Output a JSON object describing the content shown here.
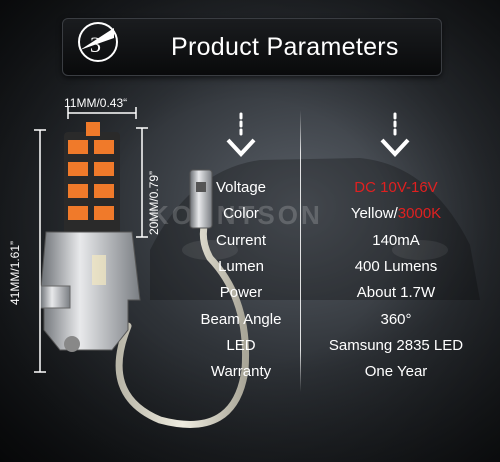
{
  "header": {
    "title": "Product Parameters",
    "logo_icon": "number-3-logo-icon"
  },
  "watermark": "KOUNTSON",
  "dimensions": {
    "width_top": "11MM/0.43“",
    "led_height": "20MM/0.79”",
    "total_height": "41MM/1.61”"
  },
  "specs": [
    {
      "label": "Voltage",
      "value": "DC 10V-16V"
    },
    {
      "label": "Color",
      "value_prefix": "Yellow/",
      "value_accent": "3000K"
    },
    {
      "label": "Current",
      "value": "140mA"
    },
    {
      "label": "Lumen",
      "value": "400 Lumens"
    },
    {
      "label": "Power",
      "value": "About 1.7W"
    },
    {
      "label": "Beam Angle",
      "value": "360°"
    },
    {
      "label": "LED",
      "value": "Samsung 2835 LED"
    },
    {
      "label": "Warranty",
      "value": "One Year"
    }
  ],
  "colors": {
    "accent_red": "#e02020",
    "led_orange": "#f07a2a",
    "text": "#ffffff"
  }
}
